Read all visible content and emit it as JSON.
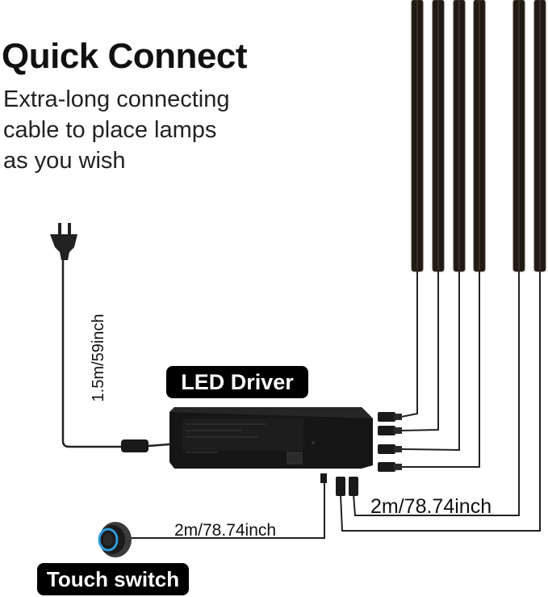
{
  "header": {
    "title": "Quick Connect",
    "description_lines": [
      "Extra-long connecting",
      "cable to place lamps",
      "as you wish"
    ]
  },
  "labels": {
    "led_driver": "LED Driver",
    "touch_switch": "Touch switch",
    "plug_cable_length": "1.5m/59inch",
    "switch_cable_length": "2m/78.74inch",
    "strip_cable_length": "2m/78.74inch"
  },
  "colors": {
    "strip": "#1f1a15",
    "strip_edge": "#4a3a2c",
    "driver_body": "#161616",
    "wire": "#222222",
    "switch_ring": "#2f9bd8"
  },
  "icons": [
    "power-plug-icon",
    "touch-switch-icon",
    "connector-icon"
  ]
}
